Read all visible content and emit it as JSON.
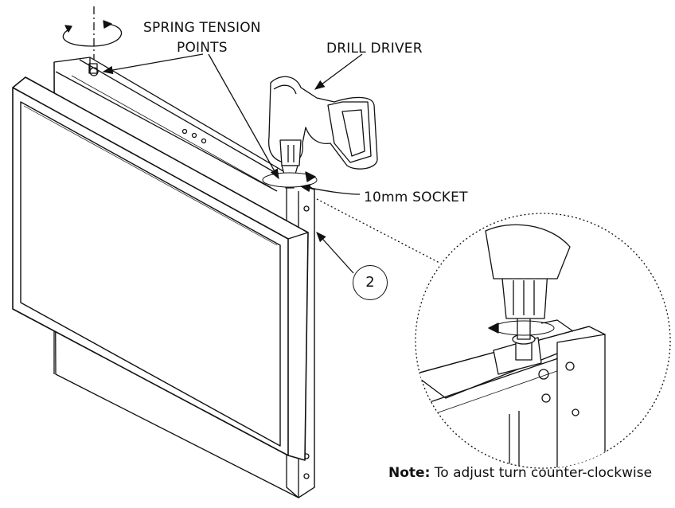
{
  "labels": {
    "spring_line1": "SPRING TENSION",
    "spring_line2": "POINTS",
    "drill": "DRILL DRIVER",
    "socket": "10mm SOCKET",
    "callout": "2"
  },
  "note": {
    "prefix": "Note:",
    "text": " To adjust turn counter-clockwise"
  }
}
